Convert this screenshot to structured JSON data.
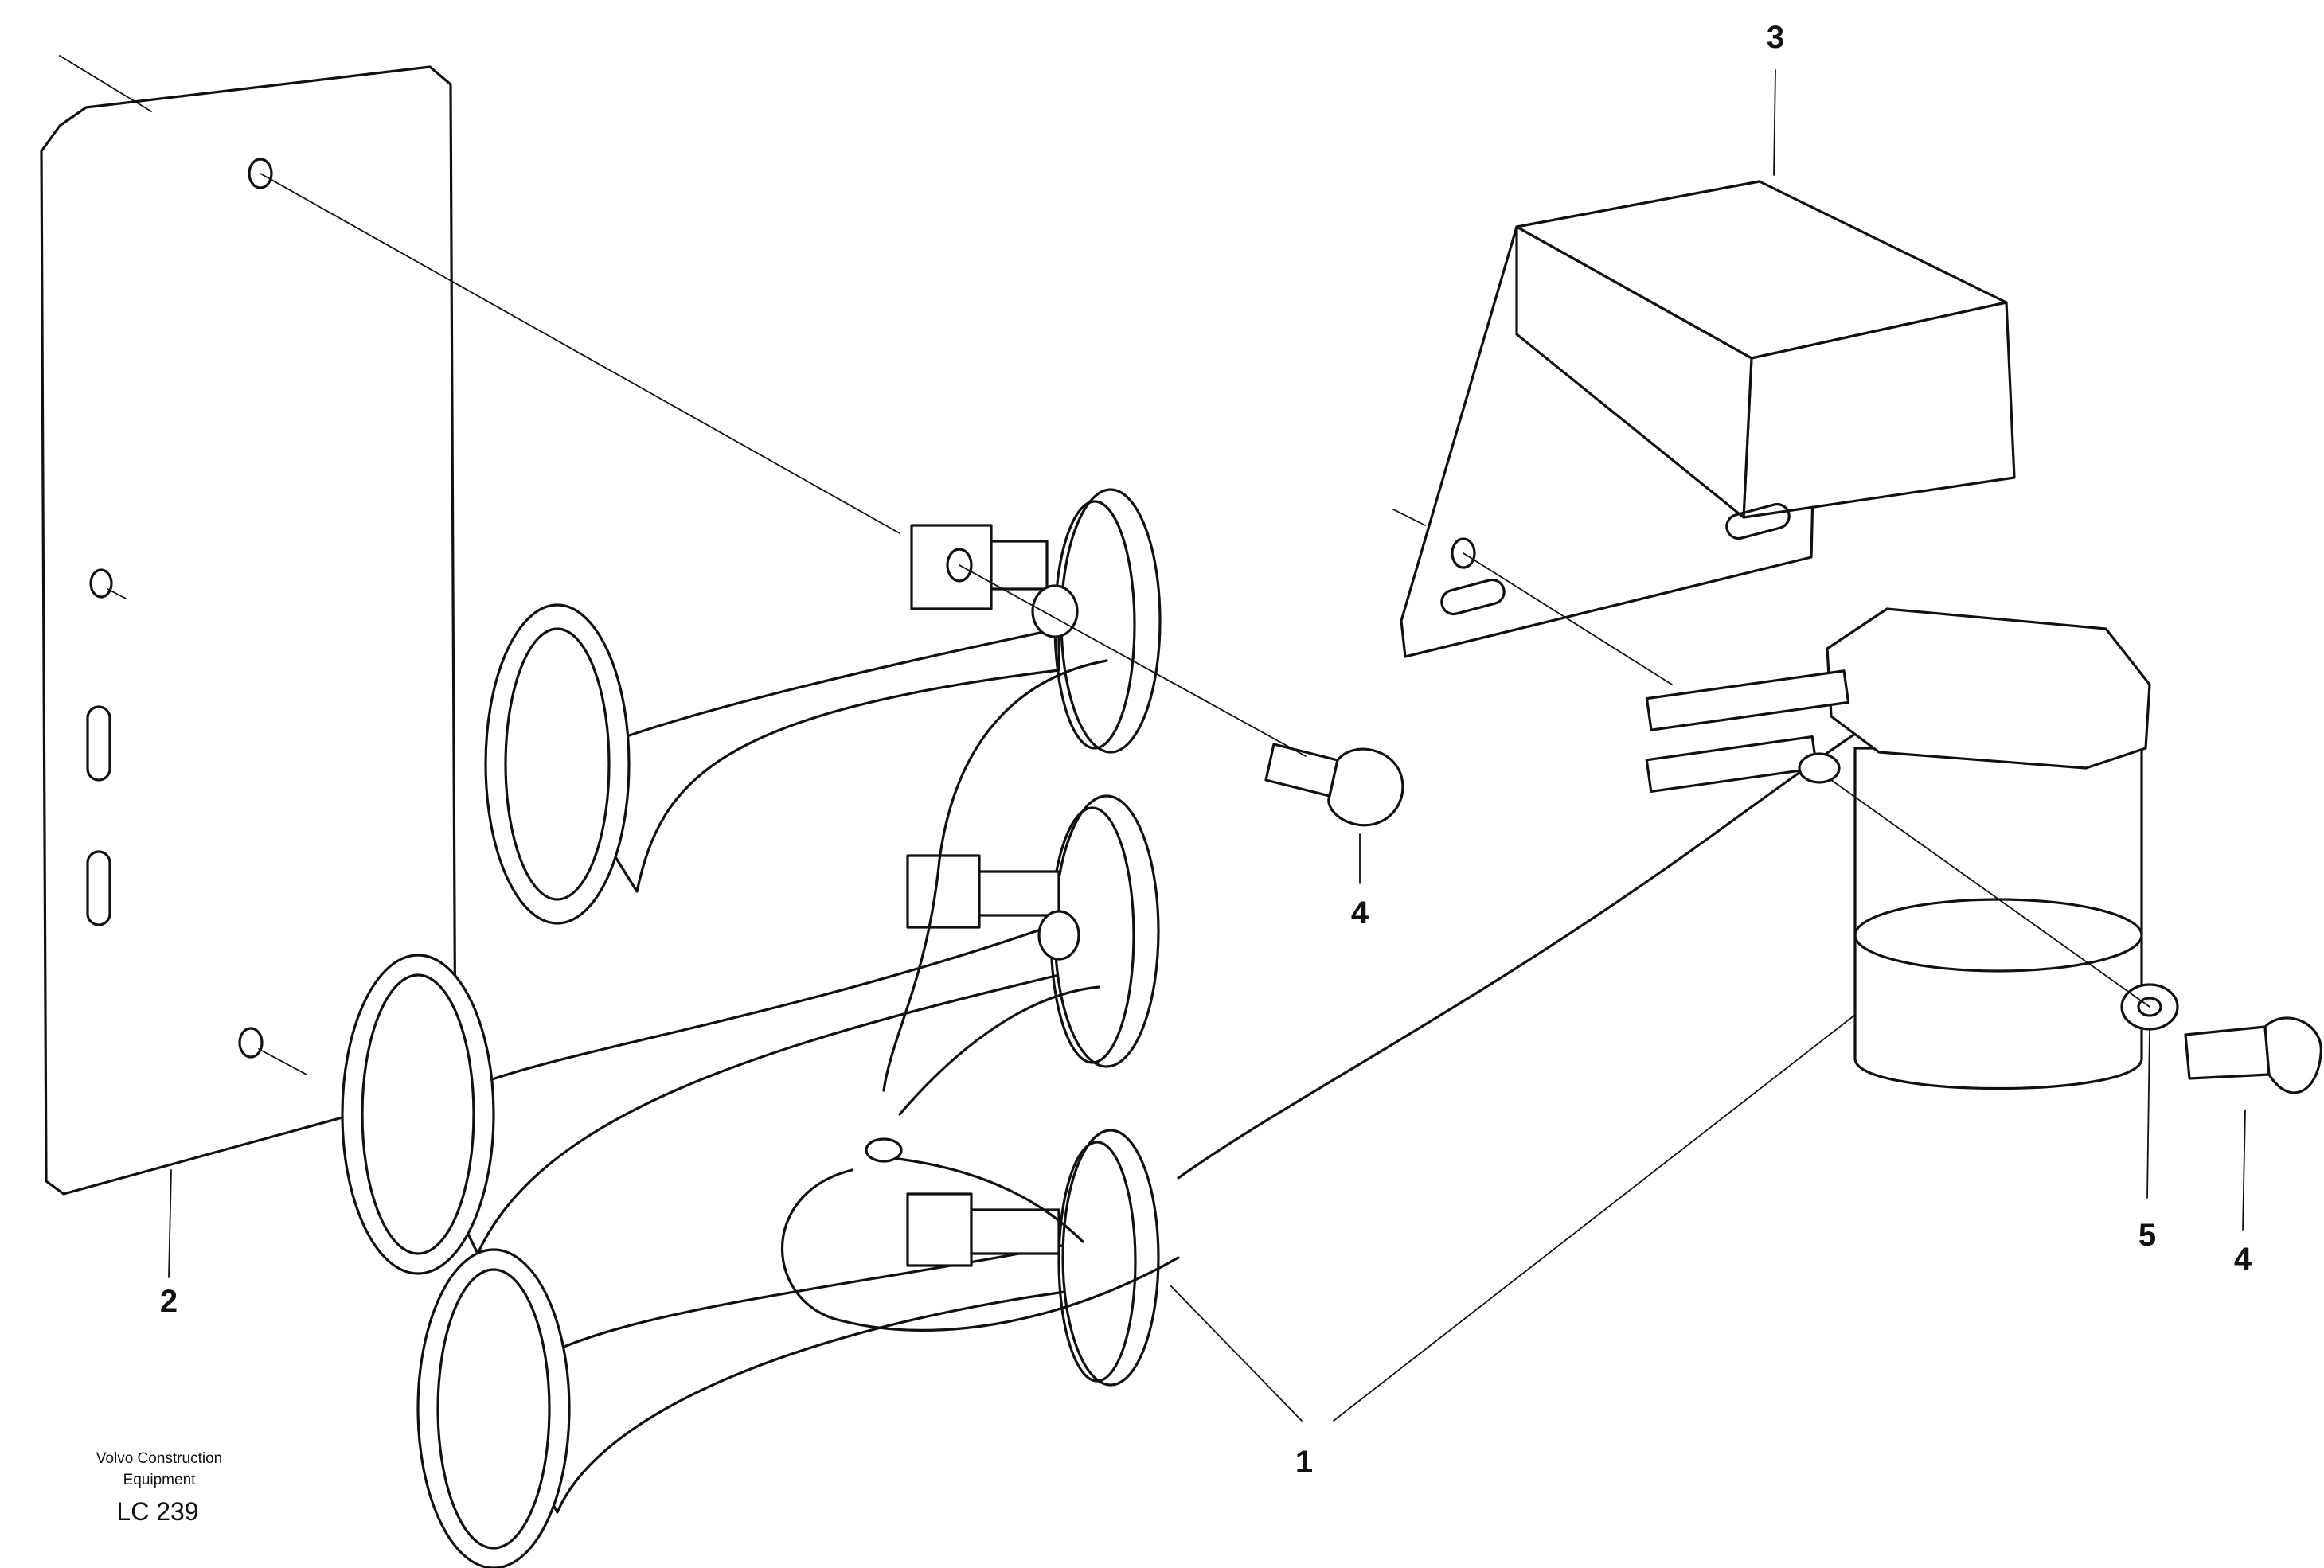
{
  "callouts": {
    "horn_set": "1",
    "mounting_plate": "2",
    "compressor_bracket": "3",
    "screw_upper": "4",
    "washer": "5",
    "screw_lower": "4"
  },
  "footer": {
    "company_line1": "Volvo Construction",
    "company_line2": "Equipment",
    "drawing_code": "LC 239"
  }
}
